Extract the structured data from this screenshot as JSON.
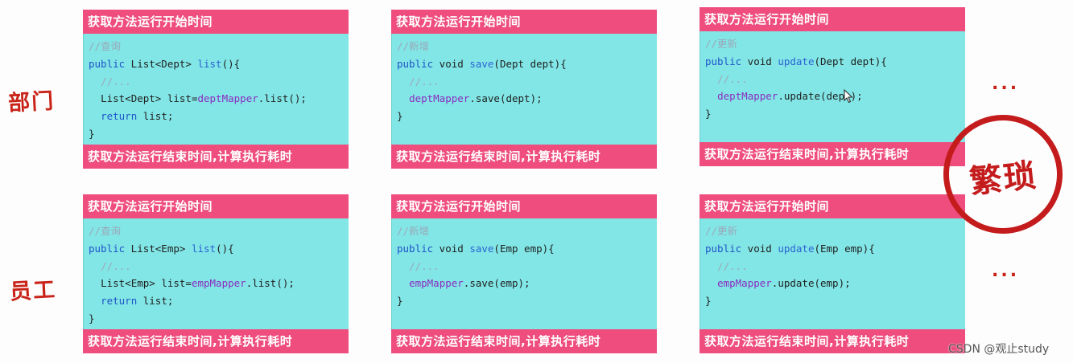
{
  "row_labels": [
    "部门",
    "员工"
  ],
  "ellipsis": "...",
  "stamp": "繁琐",
  "watermark": "CSDN @观止study",
  "cards": [
    {
      "start": "获取方法运行开始时间",
      "end": "获取方法运行结束时间,计算执行耗时",
      "comment": "//查询",
      "signature": {
        "mod": "public",
        "ret": " List<Dept> ",
        "name": "list",
        "args": "(){"
      },
      "inner_comment": "//...",
      "body": {
        "pre": "List<Dept> list=",
        "var": "deptMapper",
        "post": ".list();"
      },
      "ret_line": {
        "kw": "return",
        "rest": " list;"
      },
      "close": "}"
    },
    {
      "start": "获取方法运行开始时间",
      "end": "获取方法运行结束时间,计算执行耗时",
      "comment": "//新增",
      "signature": {
        "mod": "public",
        "ret": " void ",
        "name": "save",
        "args": "(Dept dept){"
      },
      "inner_comment": "//...",
      "body": {
        "pre": "",
        "var": "deptMapper",
        "post": ".save(dept);"
      },
      "close": "}"
    },
    {
      "start": "获取方法运行开始时间",
      "end": "获取方法运行结束时间,计算执行耗时",
      "comment": "//更新",
      "signature": {
        "mod": "public",
        "ret": " void ",
        "name": "update",
        "args": "(Dept dept){"
      },
      "inner_comment": "//...",
      "body": {
        "pre": "",
        "var": "deptMapper",
        "post": ".update(dept);"
      },
      "close": "}"
    },
    {
      "start": "获取方法运行开始时间",
      "end": "获取方法运行结束时间,计算执行耗时",
      "comment": "//查询",
      "signature": {
        "mod": "public",
        "ret": " List<Emp> ",
        "name": "list",
        "args": "(){"
      },
      "inner_comment": "//...",
      "body": {
        "pre": "List<Emp> list=",
        "var": "empMapper",
        "post": ".list();"
      },
      "ret_line": {
        "kw": "return",
        "rest": " list;"
      },
      "close": "}"
    },
    {
      "start": "获取方法运行开始时间",
      "end": "获取方法运行结束时间,计算执行耗时",
      "comment": "//新增",
      "signature": {
        "mod": "public",
        "ret": " void ",
        "name": "save",
        "args": "(Emp emp){"
      },
      "inner_comment": "//...",
      "body": {
        "pre": "",
        "var": "empMapper",
        "post": ".save(emp);"
      },
      "close": "}"
    },
    {
      "start": "获取方法运行开始时间",
      "end": "获取方法运行结束时间,计算执行耗时",
      "comment": "//更新",
      "signature": {
        "mod": "public",
        "ret": " void ",
        "name": "update",
        "args": "(Emp emp){"
      },
      "inner_comment": "//...",
      "body": {
        "pre": "",
        "var": "empMapper",
        "post": ".update(emp);"
      },
      "close": "}"
    }
  ]
}
